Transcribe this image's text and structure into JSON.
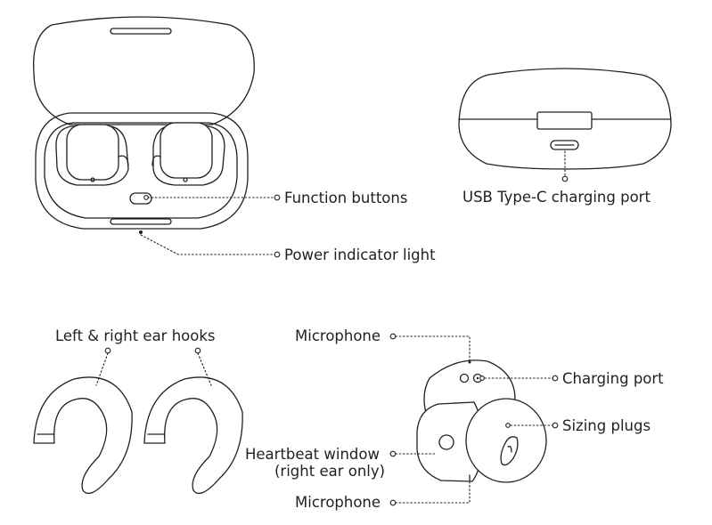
{
  "labels": {
    "function_buttons": "Function buttons",
    "power_indicator_light": "Power indicator light",
    "usb_type_c_charging_port": "USB Type-C charging port",
    "ear_hooks": "Left & right ear hooks",
    "microphone_top": "Microphone",
    "charging_port": "Charging port",
    "sizing_plugs": "Sizing plugs",
    "heartbeat_window_line1": "Heartbeat window",
    "heartbeat_window_line2": "(right ear only)",
    "microphone_bottom": "Microphone"
  }
}
